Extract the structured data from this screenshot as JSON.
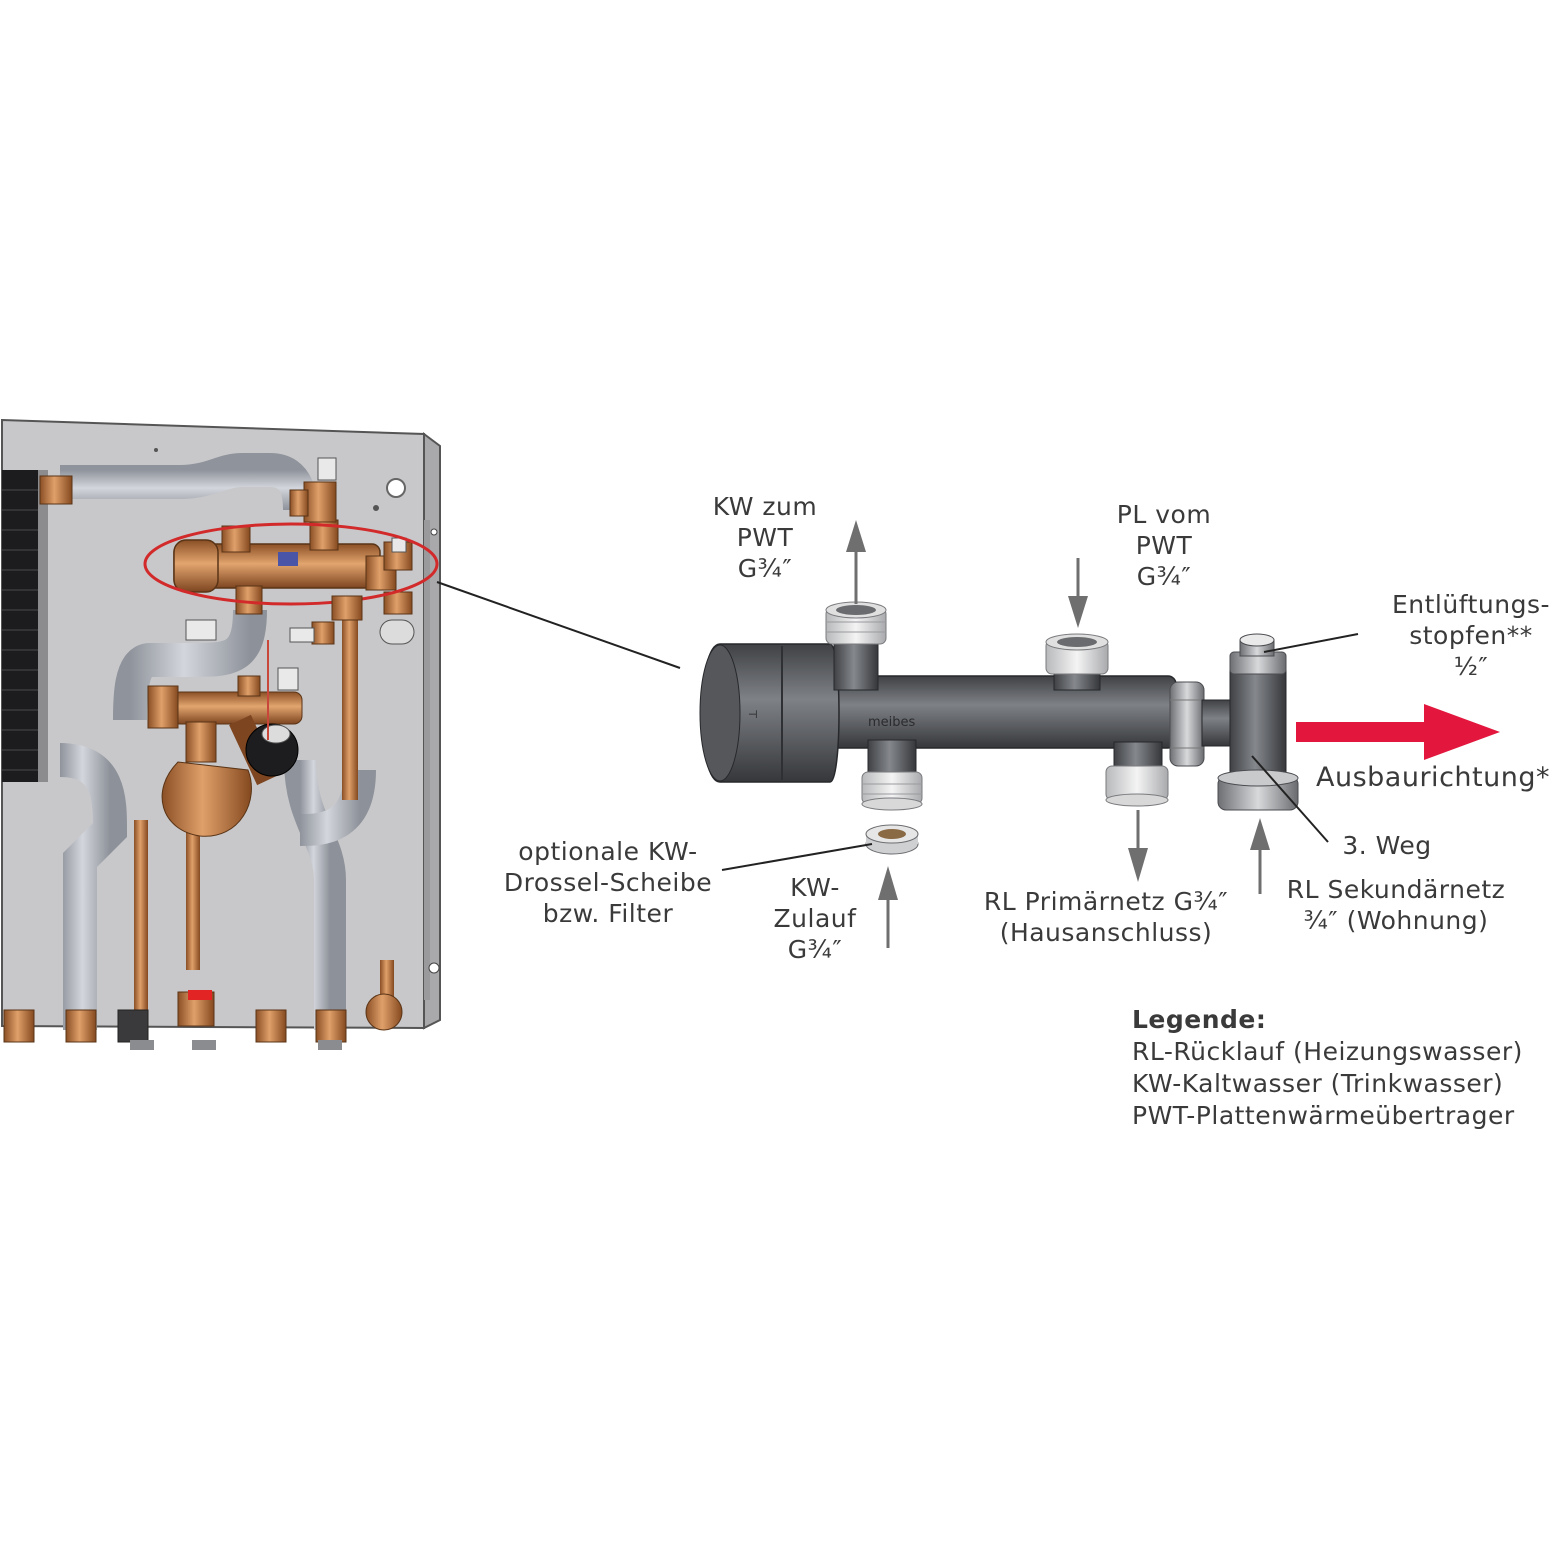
{
  "labels": {
    "kw_zum_pwt": [
      "KW zum",
      "PWT",
      "G¾″"
    ],
    "pl_vom_pwt": [
      "PL vom",
      "PWT",
      "G¾″"
    ],
    "entlueftungsstopfen": [
      "Entlüftungs-",
      "stopfen**",
      "½″"
    ],
    "ausbaurichtung": "Ausbaurichtung*",
    "dritter_weg": "3. Weg",
    "drossel_scheibe": [
      "optionale KW-",
      "Drossel-Scheibe",
      "bzw. Filter"
    ],
    "kw_zulauf": [
      "KW-",
      "Zulauf",
      "G¾″"
    ],
    "rl_primaernetz": [
      "RL Primärnetz G¾″",
      "(Hausanschluss)"
    ],
    "rl_sekundaernetz": [
      "RL Sekundärnetz",
      "¾″ (Wohnung)"
    ]
  },
  "brand_mark": "meibes",
  "legend": {
    "title": "Legende:",
    "items": [
      "RL-Rücklauf (Heizungswasser)",
      "KW-Kaltwasser (Trinkwasser)",
      "PWT-Plattenwärmeübertrager"
    ]
  },
  "colors": {
    "arrow_red": "#e3173e",
    "flow_arrow_gray": "#6f6f6f",
    "brass": "#b8733f",
    "pipe_insulation": "#b9bcc4",
    "panel": "#c9c9cb",
    "highlight_ellipse": "#d22a2a",
    "part_dark": "#5a5c60"
  }
}
